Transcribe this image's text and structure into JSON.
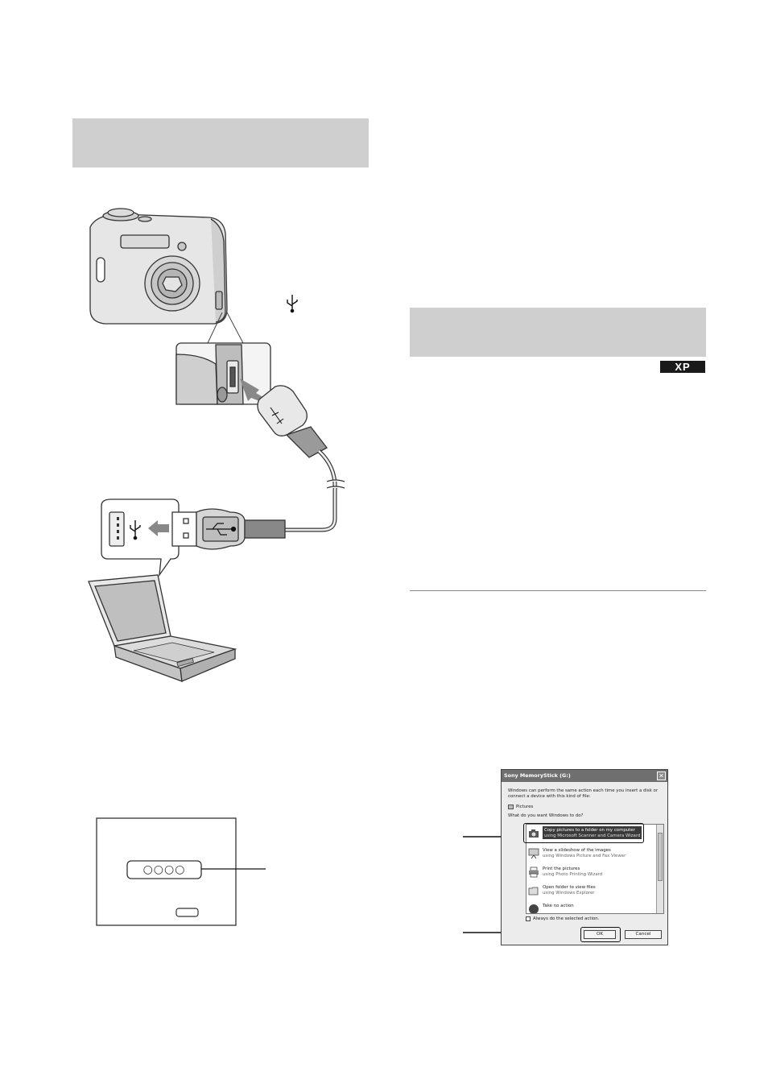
{
  "badge": {
    "label": "XP"
  },
  "lcd": {
    "status_text": "○○○○"
  },
  "dialog": {
    "title": "Sony MemoryStick (G:)",
    "close_glyph": "✕",
    "intro": "Windows can perform the same action each time you insert a disk or connect a device with this kind of file:",
    "file_type": "Pictures",
    "question": "What do you want Windows to do?",
    "options": [
      {
        "title": "Copy pictures to a folder on my computer",
        "sub": "using Microsoft Scanner and Camera Wizard",
        "icon": "camera-wizard-icon"
      },
      {
        "title": "View a slideshow of the images",
        "sub": "using Windows Picture and Fax Viewer",
        "icon": "slideshow-icon"
      },
      {
        "title": "Print the pictures",
        "sub": "using Photo Printing Wizard",
        "icon": "printer-icon"
      },
      {
        "title": "Open folder to view files",
        "sub": "using Windows Explorer",
        "icon": "folder-icon"
      },
      {
        "title": "Take no action",
        "sub": "",
        "icon": "no-action-icon"
      }
    ],
    "checkbox_label": "Always do the selected action.",
    "ok_label": "OK",
    "cancel_label": "Cancel"
  }
}
